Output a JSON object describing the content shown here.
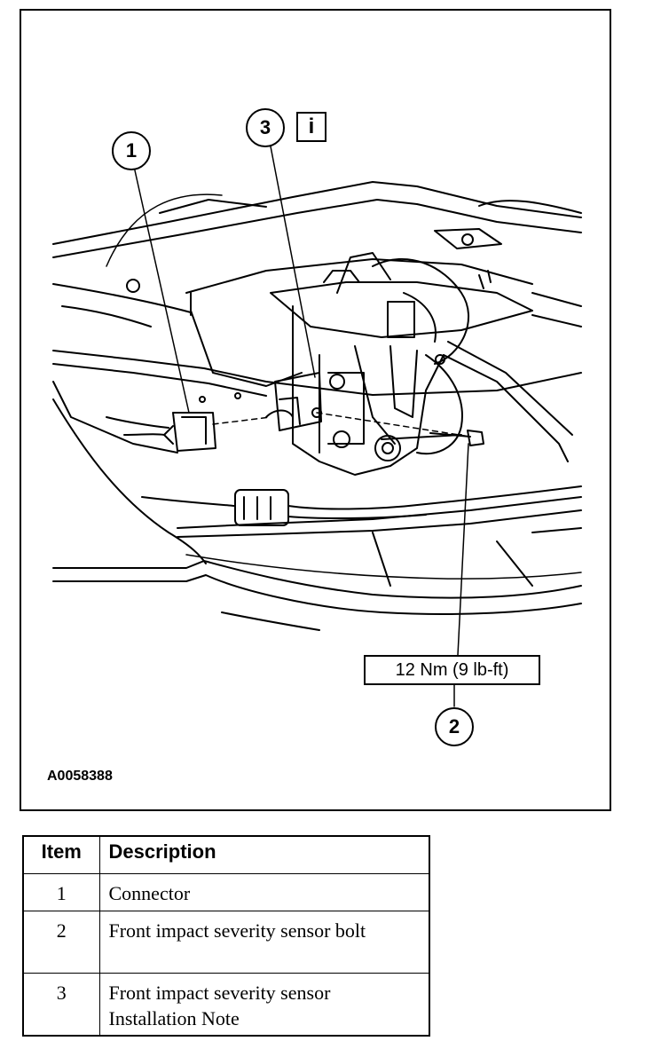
{
  "figure": {
    "id_label": "A0058388",
    "torque_spec": "12 Nm (9 lb-ft)",
    "callouts": [
      "1",
      "2",
      "3"
    ],
    "info_icon": "i"
  },
  "legend": {
    "headers": {
      "item": "Item",
      "description": "Description"
    },
    "rows": [
      {
        "item": "1",
        "description": "Connector"
      },
      {
        "item": "2",
        "description": "Front impact severity sensor bolt"
      },
      {
        "item": "3",
        "description": "Front impact severity sensor Installation Note"
      }
    ]
  }
}
